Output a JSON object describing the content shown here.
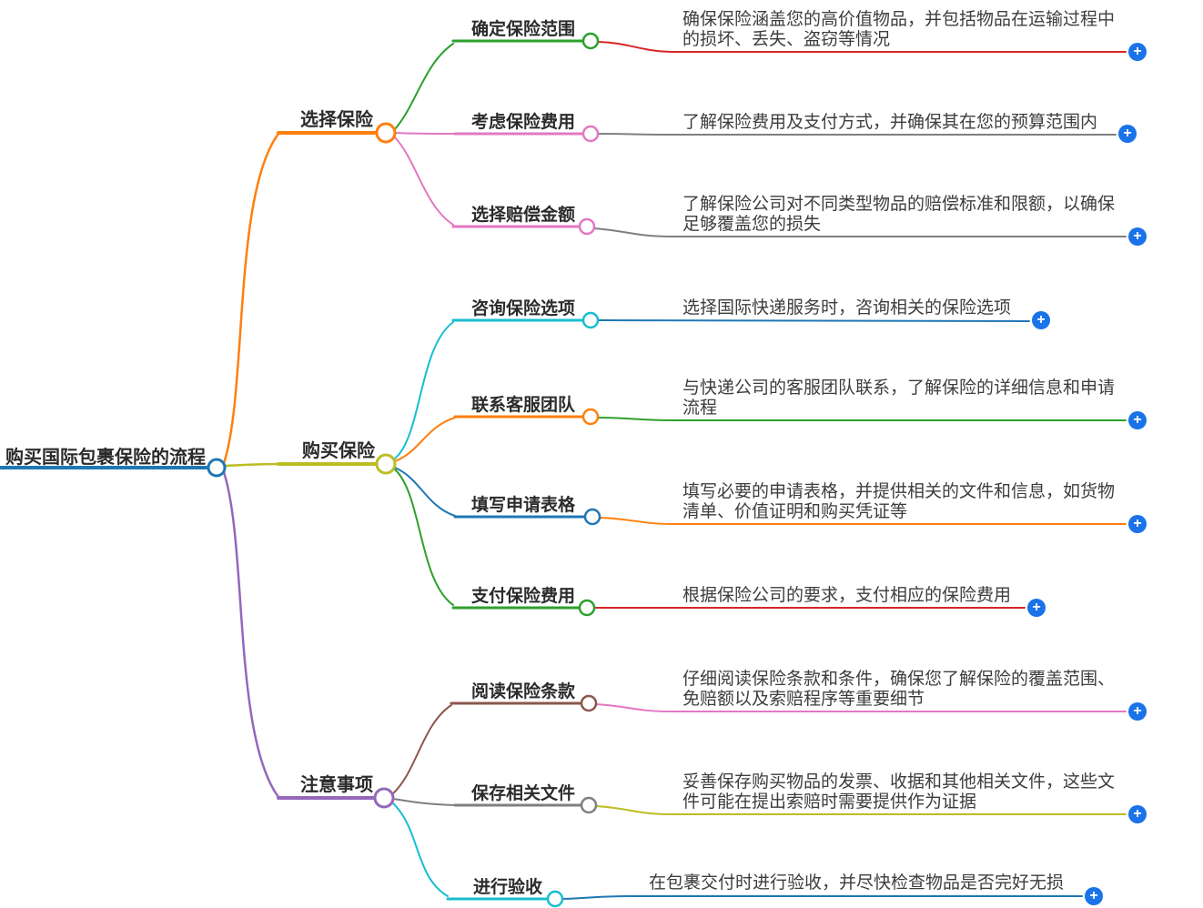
{
  "root": {
    "label": "购买国际包裹保险的流程",
    "color": "#1f77b4"
  },
  "branches": [
    {
      "label": "选择保险",
      "color": "#ff7f0e",
      "children": [
        {
          "label": "确定保险范围",
          "color": "#2ca02c",
          "desc": "确保保险涵盖您的高价值物品，并包括物品在运输过程中的损坏、丢失、盗窃等情况",
          "desc_color": "#d62728"
        },
        {
          "label": "考虑保险费用",
          "color": "#e377c2",
          "desc": "了解保险费用及支付方式，并确保其在您的预算范围内",
          "desc_color": "#7f7f7f"
        },
        {
          "label": "选择赔偿金额",
          "color": "#e377c2",
          "desc": "了解保险公司对不同类型物品的赔偿标准和限额，以确保足够覆盖您的损失",
          "desc_color": "#7f7f7f"
        }
      ]
    },
    {
      "label": "购买保险",
      "color": "#bcbd22",
      "children": [
        {
          "label": "咨询保险选项",
          "color": "#17becf",
          "desc": "选择国际快递服务时，咨询相关的保险选项",
          "desc_color": "#1f77b4"
        },
        {
          "label": "联系客服团队",
          "color": "#ff7f0e",
          "desc": "与快递公司的客服团队联系，了解保险的详细信息和申请流程",
          "desc_color": "#2ca02c"
        },
        {
          "label": "填写申请表格",
          "color": "#1f77b4",
          "desc": "填写必要的申请表格，并提供相关的文件和信息，如货物清单、价值证明和购买凭证等",
          "desc_color": "#ff7f0e"
        },
        {
          "label": "支付保险费用",
          "color": "#2ca02c",
          "desc": "根据保险公司的要求，支付相应的保险费用",
          "desc_color": "#d62728"
        }
      ]
    },
    {
      "label": "注意事项",
      "color": "#9467bd",
      "children": [
        {
          "label": "阅读保险条款",
          "color": "#8c564b",
          "desc": "仔细阅读保险条款和条件，确保您了解保险的覆盖范围、免赔额以及索赔程序等重要细节",
          "desc_color": "#e377c2"
        },
        {
          "label": "保存相关文件",
          "color": "#7f7f7f",
          "desc": "妥善保存购买物品的发票、收据和其他相关文件，这些文件可能在提出索赔时需要提供作为证据",
          "desc_color": "#bcbd22"
        },
        {
          "label": "进行验收",
          "color": "#17becf",
          "desc": "在包裹交付时进行验收，并尽快检查物品是否完好无损",
          "desc_color": "#1f77b4"
        }
      ]
    }
  ],
  "expand_button": {
    "symbol": "+",
    "color": "#1a73e8"
  },
  "text_colors": {
    "label": "#2b2b2b",
    "desc": "#3d3d3d"
  }
}
